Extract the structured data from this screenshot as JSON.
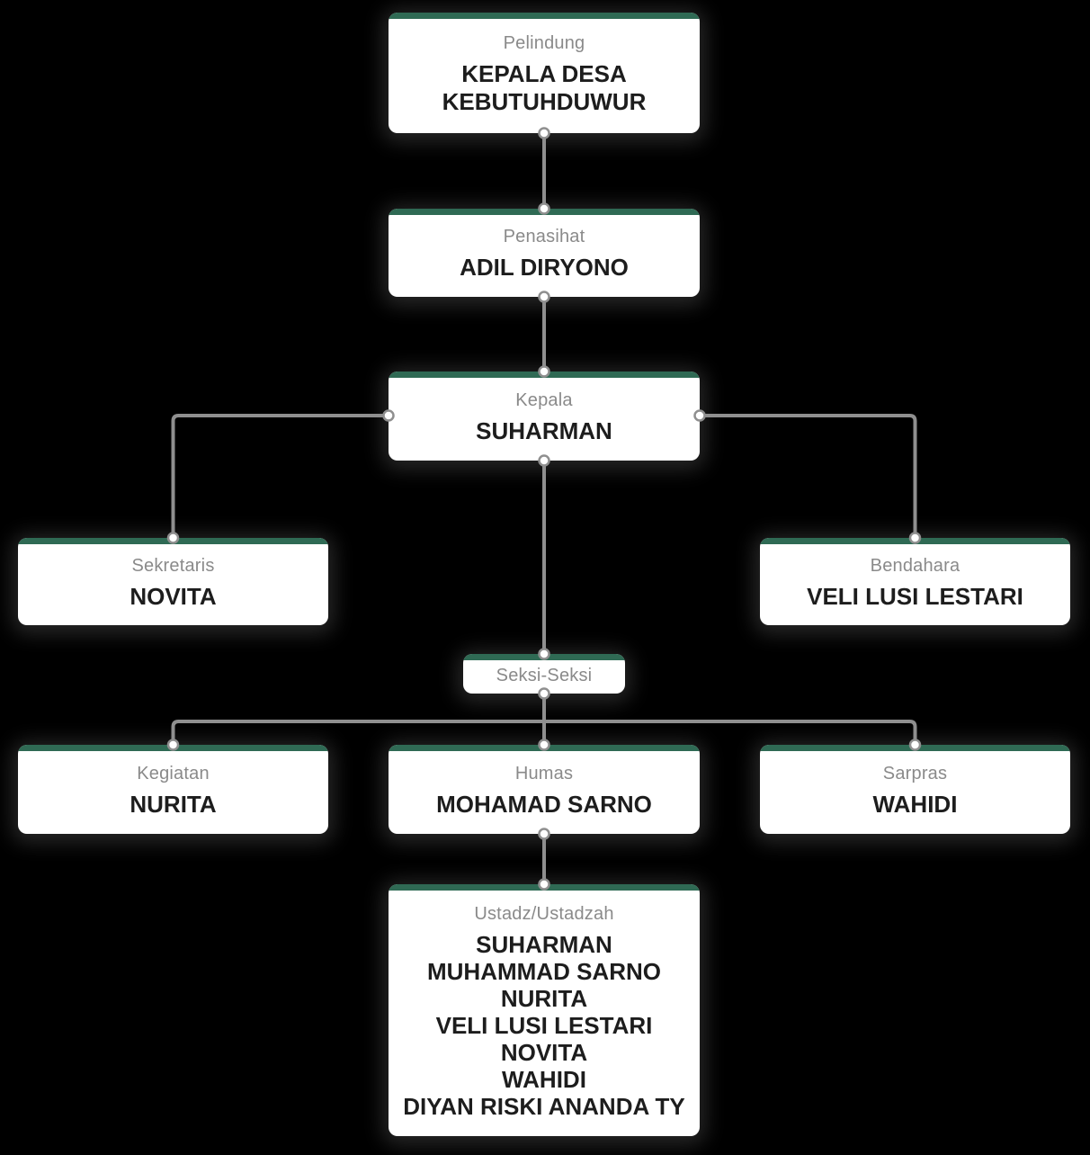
{
  "palette": {
    "background": "#000000",
    "box_background": "#FFFFFF",
    "accent_green": "#2F6A54",
    "connector_gray": "#8F8F8F",
    "role_label_gray": "#8A8A8A",
    "name_text": "#1D1D1D"
  },
  "nodes": {
    "pelindung": {
      "role": "Pelindung",
      "name": "KEPALA DESA KEBUTUHDUWUR"
    },
    "penasihat": {
      "role": "Penasihat",
      "name": "ADIL DIRYONO"
    },
    "kepala": {
      "role": "Kepala",
      "name": "SUHARMAN"
    },
    "sekretaris": {
      "role": "Sekretaris",
      "name": "NOVITA"
    },
    "bendahara": {
      "role": "Bendahara",
      "name": "VELI LUSI LESTARI"
    },
    "seksi": {
      "role": "Seksi-Seksi"
    },
    "kegiatan": {
      "role": "Kegiatan",
      "name": "NURITA"
    },
    "humas": {
      "role": "Humas",
      "name": "MOHAMAD SARNO"
    },
    "sarpras": {
      "role": "Sarpras",
      "name": "WAHIDI"
    },
    "ustadz": {
      "role": "Ustadz/Ustadzah",
      "members": [
        "SUHARMAN",
        "MUHAMMAD SARNO",
        "NURITA",
        "VELI LUSI LESTARI",
        "NOVITA",
        "WAHIDI",
        "DIYAN RISKI ANANDA TY"
      ]
    }
  }
}
